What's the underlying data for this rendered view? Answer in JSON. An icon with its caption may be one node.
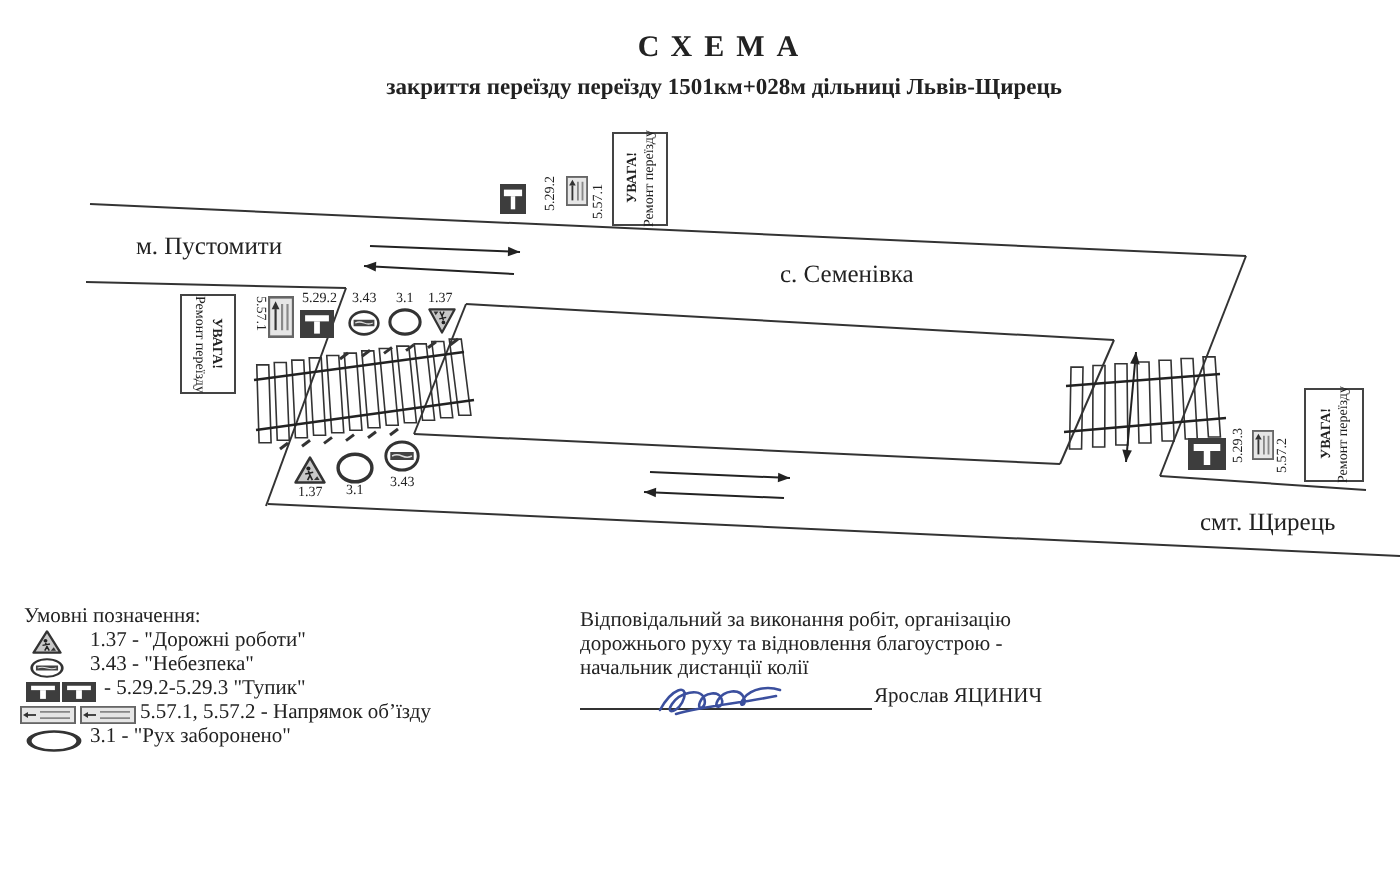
{
  "diagram": {
    "title": "СХЕМА",
    "nodes": [
      {
        "text": [
          "УВАГА!",
          "Ремонт переїзду"
        ]
      },
      {
        "text": [
          "УВАГА!",
          "Ремонт переїзду"
        ]
      },
      {
        "text": [
          "УВАГА!",
          "Ремонт переїзду"
        ]
      }
    ],
    "labels": [
      "закриття переїзду переїзду 1501км+028м дільниці Львів-Щирець",
      "5.29.2",
      "5.57.1",
      "м. Пустомити",
      "с. Семенівка",
      "5.57.1",
      "5.29.2",
      "3.43",
      "3.1",
      "1.37",
      "1.37",
      "3.1",
      "3.43",
      "5.29.3",
      "5.57.2",
      "смт. Щирець",
      "Умовні позначення:",
      "Відповідальний за виконання робіт, організацію дорожнього руху та відновлення благоустрою - начальник дистанції колії",
      "Ярослав ЯЦИНИЧ"
    ],
    "legend": [
      {
        "text": "1.37 - \"Дорожні роботи\""
      },
      {
        "text": "3.43 - \"Небезпека\""
      },
      {
        "text": "- 5.29.2-5.29.3 \"Тупик\""
      },
      {
        "text": "5.57.1, 5.57.2 - Напрямок об’їзду"
      },
      {
        "text": "3.1 - \"Рух заборонено\""
      }
    ]
  }
}
